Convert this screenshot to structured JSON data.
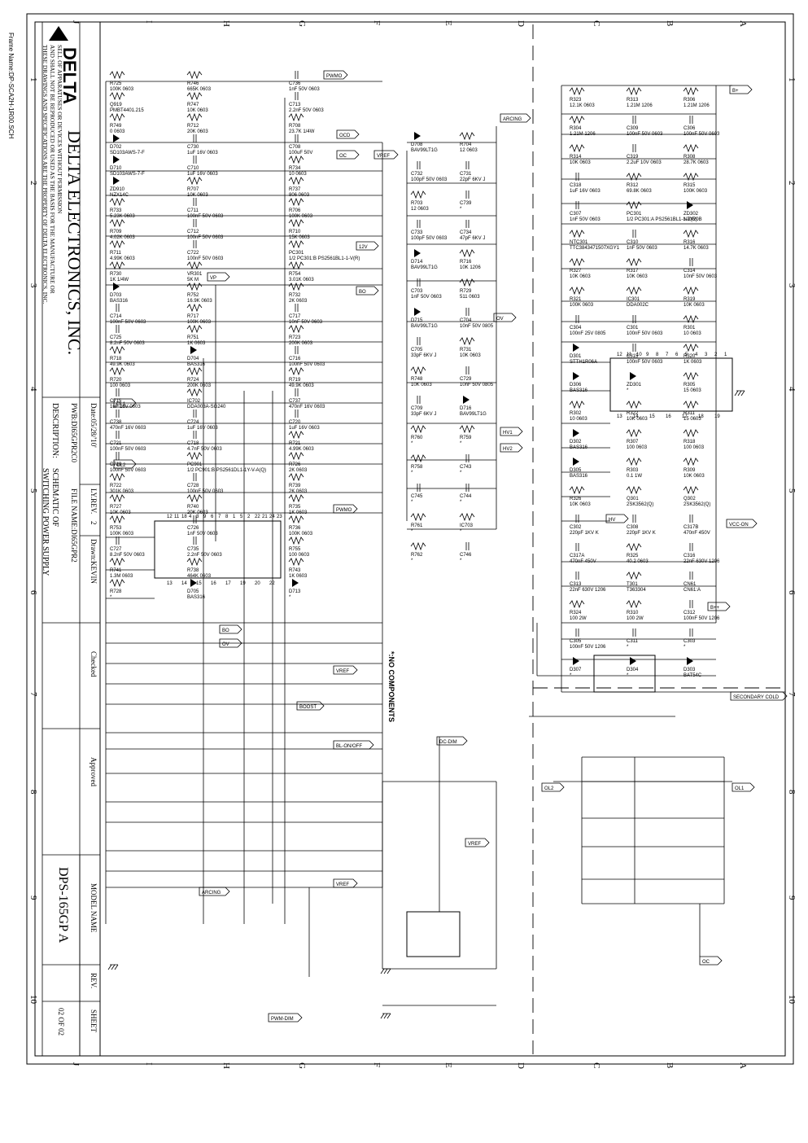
{
  "frame_name": "Frame Name:DP-SCA2H-1R00.SCH",
  "title_block": {
    "logo_text": "DELTA",
    "company": "DELTA ELECTRONICS, INC.",
    "notice_line1": "THESE DRAWINGS AND SPECIFICATIONS ARE THE PROPERTY OF DELTA ELECTRONICS, INC.",
    "notice_line2": "AND SHALL NOT BE REPRODUCED OR USED AS THE BASIS FOR THE MANUFACTURE OR",
    "notice_line3": "SELL OF APPARATUSES OR DEVICES WITHOUT PERMISSION",
    "date": "Date:05/28/'10'",
    "ly_rev_label": "LY.REV.",
    "ly_rev": "2",
    "drawn": "Drawn:KEVIN",
    "pwb": "PWB:DI65GPR2C0",
    "file_name": "FILE NAME:DI65GPR2",
    "description_label": "DESCRIPTION:",
    "description_line1": "SCHEMATIC OF",
    "description_line2": "SWITCHING POWER SUPPLY",
    "checked": "Checked",
    "approved": "Approved",
    "model_label": "MODEL NAME",
    "model": "DPS-165GP A",
    "rev_label": "REV.",
    "sheet_label": "SHEET",
    "sheet": "02 OF 02"
  },
  "zone_rows": [
    "J",
    "I",
    "H",
    "G",
    "F",
    "E",
    "D",
    "C",
    "B",
    "A"
  ],
  "zone_cols": [
    "1",
    "2",
    "3",
    "4",
    "5",
    "6",
    "7",
    "8",
    "9",
    "10"
  ],
  "no_components_note": "*:NO COMPONENTS",
  "ports": [
    "PWMO",
    "ARCING",
    "OCD",
    "OC",
    "VREF",
    "12V",
    "BO",
    "VP",
    "OV",
    "OL1",
    "OL2",
    "HV1",
    "HV2",
    "HV",
    "PWMO",
    "BO",
    "OV",
    "VREF",
    "BOOST",
    "BL-ON/OFF",
    "VREF",
    "ARCING",
    "PWM-DIM",
    "DC-DIM",
    "VREF",
    "B+",
    "VCC-ON",
    "B++",
    "OL2",
    "OL1",
    "OC",
    "SECONDARY COLD"
  ],
  "left_components": [
    {
      "ref": "R725",
      "val": "100K 0603"
    },
    {
      "ref": "R746",
      "val": "665K 0603"
    },
    {
      "ref": "C736",
      "val": "1nF 50V 0603"
    },
    {
      "ref": "Q919",
      "val": "PMBT4401.215"
    },
    {
      "ref": "R747",
      "val": "10K 0603"
    },
    {
      "ref": "C713",
      "val": "2.2nF 50V 0603"
    },
    {
      "ref": "R749",
      "val": "0 0603"
    },
    {
      "ref": "R712",
      "val": "20K 0603"
    },
    {
      "ref": "R708",
      "val": "23.7K 1/4W"
    },
    {
      "ref": "D702",
      "val": "SD103AWS-7-F"
    },
    {
      "ref": "C730",
      "val": "1uF 16V 0603"
    },
    {
      "ref": "C708",
      "val": "100uF 50V"
    },
    {
      "ref": "D710",
      "val": "SD103AWS-7-F"
    },
    {
      "ref": "C710",
      "val": "1uF 16V 0603"
    },
    {
      "ref": "R734",
      "val": "10 0603"
    },
    {
      "ref": "ZD910",
      "val": "NZX14C"
    },
    {
      "ref": "R707",
      "val": "10K 0603"
    },
    {
      "ref": "R737",
      "val": "806 0603"
    },
    {
      "ref": "R733",
      "val": "5.23K 0603"
    },
    {
      "ref": "C711",
      "val": "100nF 50V 0603"
    },
    {
      "ref": "R706",
      "val": "100K 0603"
    },
    {
      "ref": "R709",
      "val": "4.02K 0603"
    },
    {
      "ref": "C712",
      "val": "100nF 50V 0603"
    },
    {
      "ref": "R710",
      "val": "15K 0603"
    },
    {
      "ref": "R711",
      "val": "4.99K 0603"
    },
    {
      "ref": "C722",
      "val": "100nF 50V 0603"
    },
    {
      "ref": "PC301",
      "val": "1/2 PC301:B PS2561BL1-1-V(R)"
    },
    {
      "ref": "R730",
      "val": "1K 1/4W"
    },
    {
      "ref": "VR301",
      "val": "5K M"
    },
    {
      "ref": "R754",
      "val": "3.01K 0603"
    },
    {
      "ref": "D703",
      "val": "BAS316"
    },
    {
      "ref": "R752",
      "val": "16.9K 0603"
    },
    {
      "ref": "R732",
      "val": "2K 0603"
    },
    {
      "ref": "C714",
      "val": "100nF 50V 0603"
    },
    {
      "ref": "R717",
      "val": "100K 0603"
    },
    {
      "ref": "C717",
      "val": "10nF 50V 0603"
    },
    {
      "ref": "C725",
      "val": "8.2nF 50V 0603"
    },
    {
      "ref": "R751",
      "val": "1K 0603"
    },
    {
      "ref": "R723",
      "val": "200K 0603"
    },
    {
      "ref": "R718",
      "val": "49.9K 0603"
    },
    {
      "ref": "D704",
      "val": "BAS316"
    },
    {
      "ref": "C716",
      "val": "100nF 50V 0603"
    },
    {
      "ref": "R720",
      "val": "100 0603"
    },
    {
      "ref": "R724",
      "val": "200K 0603"
    },
    {
      "ref": "R719",
      "val": "49.9K 0603"
    },
    {
      "ref": "C715",
      "val": "1uF 16V 0603"
    },
    {
      "ref": "IC702",
      "val": "DDA003A-SG240"
    },
    {
      "ref": "C737",
      "val": "470nF 16V 0603"
    },
    {
      "ref": "C738",
      "val": "470nF 16V 0603"
    },
    {
      "ref": "C724",
      "val": "1uF 16V 0603"
    },
    {
      "ref": "C720",
      "val": "1uF 16V 0603"
    },
    {
      "ref": "C721",
      "val": "100nF 50V 0603"
    },
    {
      "ref": "C718",
      "val": "4.7nF 50V 0603"
    },
    {
      "ref": "R721",
      "val": "4.99K 0603"
    },
    {
      "ref": "C719",
      "val": "100nF 50V 0603"
    },
    {
      "ref": "PC901",
      "val": "1/2 PC901:B PS2561DL1-1Y-V-A(Q)"
    },
    {
      "ref": "R726",
      "val": "2K 0603"
    },
    {
      "ref": "R722",
      "val": "301K 0603"
    },
    {
      "ref": "C728",
      "val": "100nF 50V 0603"
    },
    {
      "ref": "R739",
      "val": "2K 0603"
    },
    {
      "ref": "R727",
      "val": "10K 0603"
    },
    {
      "ref": "R740",
      "val": "20K 0603"
    },
    {
      "ref": "R735",
      "val": "1K 0603"
    },
    {
      "ref": "R753",
      "val": "100K 0603"
    },
    {
      "ref": "C726",
      "val": "1nF 50V 0603"
    },
    {
      "ref": "R736",
      "val": "100K 0603"
    },
    {
      "ref": "C727",
      "val": "8.2nF 50V 0603"
    },
    {
      "ref": "C735",
      "val": "2.2nF 50V 0603"
    },
    {
      "ref": "R755",
      "val": "100 0603"
    },
    {
      "ref": "R741",
      "val": "1.3M 0603"
    },
    {
      "ref": "R738",
      "val": "464K 0603"
    },
    {
      "ref": "R743",
      "val": "1K 0603"
    },
    {
      "ref": "R728",
      "val": "*"
    },
    {
      "ref": "D705",
      "val": "BAS316"
    },
    {
      "ref": "D713",
      "val": "*"
    }
  ],
  "mid_components": [
    {
      "ref": "D708",
      "val": "BAV99LT1G"
    },
    {
      "ref": "R704",
      "val": "12 0603"
    },
    {
      "ref": "C732",
      "val": "100pF 50V 0603"
    },
    {
      "ref": "C731",
      "val": "22pF 6KV J"
    },
    {
      "ref": "R703",
      "val": "12 0603"
    },
    {
      "ref": "C739",
      "val": "*"
    },
    {
      "ref": "C733",
      "val": "100pF 50V 0603"
    },
    {
      "ref": "C734",
      "val": "47pF 6KV J"
    },
    {
      "ref": "D714",
      "val": "BAV99LT1G"
    },
    {
      "ref": "R716",
      "val": "10K 1206"
    },
    {
      "ref": "C703",
      "val": "1nF 50V 0603"
    },
    {
      "ref": "R729",
      "val": "511 0603"
    },
    {
      "ref": "D715",
      "val": "BAV99LT1G"
    },
    {
      "ref": "C704",
      "val": "10nF 50V 0805"
    },
    {
      "ref": "C705",
      "val": "33pF 6KV J"
    },
    {
      "ref": "R731",
      "val": "10K 0603"
    },
    {
      "ref": "R748",
      "val": "10K 0603"
    },
    {
      "ref": "C729",
      "val": "10nF 50V 0805"
    },
    {
      "ref": "C709",
      "val": "33pF 6KV J"
    },
    {
      "ref": "D716",
      "val": "BAV99LT1G"
    },
    {
      "ref": "R760",
      "val": "*"
    },
    {
      "ref": "R759",
      "val": "*"
    },
    {
      "ref": "R758",
      "val": "*"
    },
    {
      "ref": "C743",
      "val": "*"
    },
    {
      "ref": "C745",
      "val": "*"
    },
    {
      "ref": "C744",
      "val": "*"
    },
    {
      "ref": "R761",
      "val": "*"
    },
    {
      "ref": "IC703",
      "val": "*"
    },
    {
      "ref": "R762",
      "val": "*"
    },
    {
      "ref": "C746",
      "val": "*"
    }
  ],
  "right_components": [
    {
      "ref": "R323",
      "val": "12.1K 0603"
    },
    {
      "ref": "R313",
      "val": "1.21M 1206"
    },
    {
      "ref": "R306",
      "val": "1.21M 1206"
    },
    {
      "ref": "R304",
      "val": "1.21M 1206"
    },
    {
      "ref": "C309",
      "val": "100nF 50V 0603"
    },
    {
      "ref": "C306",
      "val": "100nF 50V 0603"
    },
    {
      "ref": "R314",
      "val": "10K 0603"
    },
    {
      "ref": "C319",
      "val": "2.2uF 10V 0603"
    },
    {
      "ref": "R308",
      "val": "28.7K 0603"
    },
    {
      "ref": "C318",
      "val": "1uF 16V 0603"
    },
    {
      "ref": "R312",
      "val": "69.8K 0603"
    },
    {
      "ref": "R315",
      "val": "100K 0603"
    },
    {
      "ref": "C307",
      "val": "1nF 50V 0603"
    },
    {
      "ref": "PC301",
      "val": "1/2 PC301:A PS2561BL1-1-V(R)"
    },
    {
      "ref": "ZD302",
      "val": "NZX20B"
    },
    {
      "ref": "NTC301",
      "val": "TTC3843471507XGY1"
    },
    {
      "ref": "C310",
      "val": "1nF 50V 0603"
    },
    {
      "ref": "R316",
      "val": "14.7K 0603"
    },
    {
      "ref": "R327",
      "val": "10K 0603"
    },
    {
      "ref": "R317",
      "val": "10K 0603"
    },
    {
      "ref": "C314",
      "val": "10nF 50V 0603"
    },
    {
      "ref": "R321",
      "val": "100K 0603"
    },
    {
      "ref": "IC301",
      "val": "DDA002C"
    },
    {
      "ref": "R319",
      "val": "10K 0603"
    },
    {
      "ref": "C304",
      "val": "100nF 25V 0805"
    },
    {
      "ref": "C301",
      "val": "100nF 50V 0603"
    },
    {
      "ref": "R301",
      "val": "10 0603"
    },
    {
      "ref": "D301",
      "val": "STTH1R06A"
    },
    {
      "ref": "C315",
      "val": "100nF 50V 0603"
    },
    {
      "ref": "R320",
      "val": "1K 0603"
    },
    {
      "ref": "D306",
      "val": "BAS316"
    },
    {
      "ref": "ZD301",
      "val": "*"
    },
    {
      "ref": "R305",
      "val": "15 0603"
    },
    {
      "ref": "R302",
      "val": "10 0603"
    },
    {
      "ref": "R322",
      "val": "10K 0603"
    },
    {
      "ref": "R311",
      "val": "15 0603"
    },
    {
      "ref": "D302",
      "val": "BAS316"
    },
    {
      "ref": "R307",
      "val": "100 0603"
    },
    {
      "ref": "R318",
      "val": "100 0603"
    },
    {
      "ref": "D305",
      "val": "BAS316"
    },
    {
      "ref": "R303",
      "val": "0.1 1W"
    },
    {
      "ref": "R309",
      "val": "10K 0603"
    },
    {
      "ref": "R326",
      "val": "10K 0603"
    },
    {
      "ref": "Q301",
      "val": "2SK3562(Q)"
    },
    {
      "ref": "Q302",
      "val": "2SK3562(Q)"
    },
    {
      "ref": "C302",
      "val": "220pF 1KV K"
    },
    {
      "ref": "C308",
      "val": "220pF 1KV K"
    },
    {
      "ref": "C317B",
      "val": "470nF 450V"
    },
    {
      "ref": "C317A",
      "val": "470nF 450V"
    },
    {
      "ref": "R325",
      "val": "40.2 0603"
    },
    {
      "ref": "C316",
      "val": "22nF 630V 1206"
    },
    {
      "ref": "C313",
      "val": "22nF 630V 1206"
    },
    {
      "ref": "T301",
      "val": "T363304"
    },
    {
      "ref": "CN61",
      "val": "CN61:A"
    },
    {
      "ref": "R324",
      "val": "100 2W"
    },
    {
      "ref": "R310",
      "val": "100 2W"
    },
    {
      "ref": "C312",
      "val": "100nF 50V 1206"
    },
    {
      "ref": "C305",
      "val": "100nF 50V 1206"
    },
    {
      "ref": "C311",
      "val": "*"
    },
    {
      "ref": "C303",
      "val": "*"
    },
    {
      "ref": "D307",
      "val": "*"
    },
    {
      "ref": "D304",
      "val": "*"
    },
    {
      "ref": "D303",
      "val": "BAT54C"
    }
  ]
}
